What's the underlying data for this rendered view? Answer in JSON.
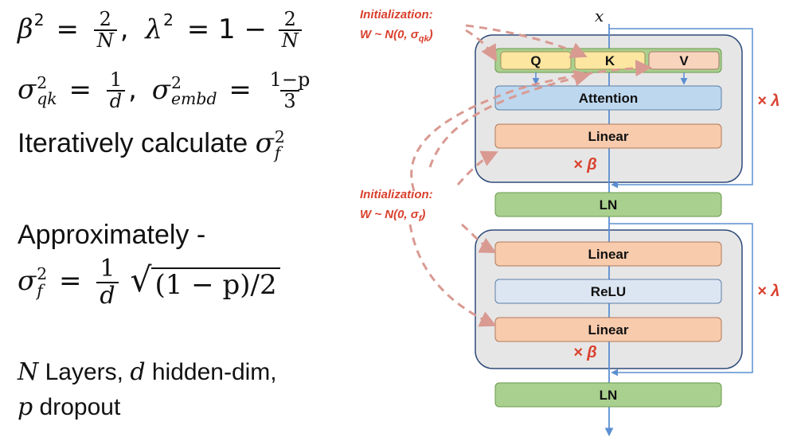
{
  "formulas": {
    "line1_beta": "β",
    "line1_exp": "2",
    "line1_eq": "=",
    "line1_num": "2",
    "line1_den": "N",
    "line1_comma": ",",
    "line1_lambda": "λ",
    "line1_eq2": "= 1 −",
    "line1_num2": "2",
    "line1_den2": "N",
    "line2_sigma": "σ",
    "line2_sub": "qk",
    "line2_sup": "2",
    "line2_eq": "=",
    "line2_num": "1",
    "line2_den": "d",
    "line2_comma": ",",
    "line2_sigma2": "σ",
    "line2_sub2": "embd",
    "line2_sup2": "2",
    "line2_eq2": "=",
    "line2_num2": "1−p",
    "line2_den2": "3",
    "line3_text": "Iteratively calculate",
    "line3_sigma": "σ",
    "line3_sub": "f",
    "line3_sup": "2",
    "approx_label": "Approximately -",
    "approx_sigma": "σ",
    "approx_sub": "f",
    "approx_sup": "2",
    "approx_eq": "=",
    "approx_num": "1",
    "approx_den": "d",
    "approx_sqrt_body": "(1 − p)/2",
    "legend_N": "N",
    "legend_line1": " Layers, ",
    "legend_d": "d",
    "legend_line1b": " hidden-dim,",
    "legend_p": "p",
    "legend_line2": " dropout"
  },
  "diagram": {
    "input_label": "x",
    "q_label": "Q",
    "k_label": "K",
    "v_label": "V",
    "attention_label": "Attention",
    "linear1_label": "Linear",
    "beta1_label": "× β",
    "lambda1_label": "× λ",
    "ln1_label": "LN",
    "linear2_label": "Linear",
    "relu_label": "ReLU",
    "linear3_label": "Linear",
    "beta2_label": "× β",
    "lambda2_label": "× λ",
    "ln2_label": "LN",
    "init1_title": "Initialization:",
    "init1_formula": "W ~ N(0, σ",
    "init1_sub": "qk",
    "init1_close": ")",
    "init2_title": "Initialization:",
    "init2_formula": "W ~ N(0, σ",
    "init2_sub": "f",
    "init2_close": ")"
  },
  "colors": {
    "qkv_fill": "#fde6a0",
    "v_fill": "#f8d4bd",
    "qkv_container": "#a9d08e",
    "attention_fill": "#bdd7ee",
    "linear_fill": "#f8cbad",
    "relu_fill": "#dce6f2",
    "ln_fill": "#a9d08e",
    "block_bg": "#e7e6e6",
    "arrow_blue": "#5b8fd1",
    "init_red": "#d9412e",
    "dash_red": "#d99a92"
  }
}
